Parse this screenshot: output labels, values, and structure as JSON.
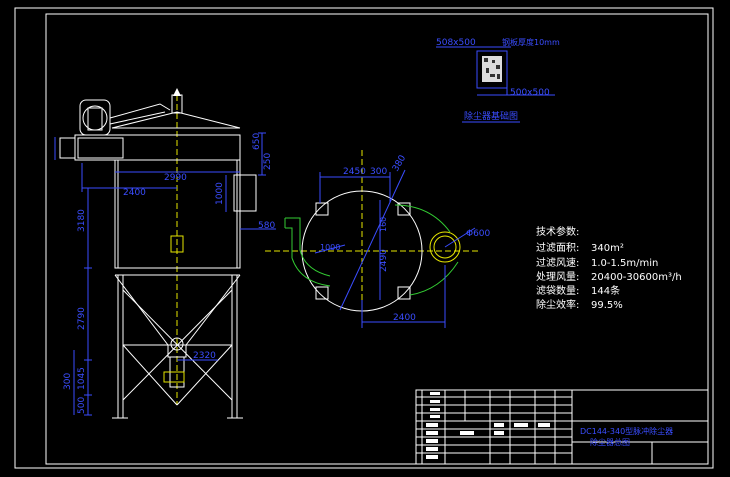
{
  "colors": {
    "background": "#000000",
    "frame": "#ffffff",
    "dimension": "#3a4dff",
    "centerline": "#e6e600",
    "pipe": "#33cc33",
    "text": "#ffffff"
  },
  "detail": {
    "top_dim": "508x500",
    "thickness_note": "钢板厚度10mm",
    "bottom_dim": "500x500",
    "caption": "除尘器基础图"
  },
  "side_dims": {
    "d_2990": "2990",
    "d_2400": "2400",
    "d_1000": "1000",
    "d_580": "580",
    "d_650": "650",
    "d_250": "250",
    "d_3180": "3180",
    "d_2790": "2790",
    "d_1045": "1045",
    "d_300": "300",
    "d_500": "500",
    "d_2320": "2320"
  },
  "plan_dims": {
    "d_2450": "2450",
    "d_300": "300",
    "d_380": "380",
    "d_2490": "2490",
    "d_2400": "2400",
    "d_1000": "1000",
    "d_600": "Φ600",
    "d_160": "160"
  },
  "specs": {
    "heading": "技术参数:",
    "rows": [
      {
        "label": "过滤面积:",
        "value": "340m²"
      },
      {
        "label": "过滤风速:",
        "value": "1.0-1.5m/min"
      },
      {
        "label": "处理风量:",
        "value": "20400-30600m³/h"
      },
      {
        "label": "滤袋数量:",
        "value": "144条"
      },
      {
        "label": "除尘效率:",
        "value": "99.5%"
      }
    ]
  },
  "title_block": {
    "line1": "DC144-340型脉冲除尘器",
    "line2": "除尘器总图"
  }
}
